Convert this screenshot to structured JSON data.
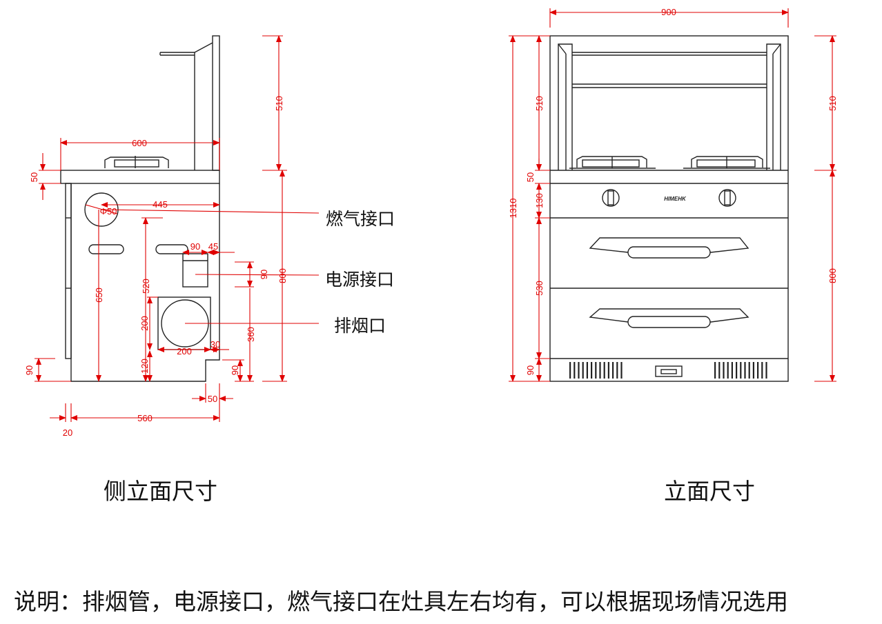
{
  "side_view": {
    "caption": "侧立面尺寸",
    "callouts": {
      "gas": "燃气接口",
      "power": "电源接口",
      "exhaust": "排烟口"
    },
    "dims": {
      "d510": "510",
      "d600": "600",
      "d50": "50",
      "d445": "445",
      "d50b": "Φ50",
      "d90a": "90",
      "d45": "45",
      "d520": "520",
      "d90v": "90",
      "d800": "800",
      "d650": "650",
      "d200v": "200",
      "d360": "360",
      "d30": "30",
      "d200h": "200",
      "d120": "120",
      "d90b": "90",
      "d90c": "90",
      "d50c": "50",
      "d560": "560",
      "d20": "20"
    }
  },
  "front_view": {
    "caption": "立面尺寸",
    "brand": "HIMEHK",
    "dims": {
      "d900": "900",
      "d510l": "510",
      "d50": "50",
      "d130": "130",
      "d1310": "1310",
      "d530": "530",
      "d90": "90",
      "d510r": "510",
      "d800": "800"
    }
  },
  "note": "说明：排烟管，电源接口，燃气接口在灶具左右均有，可以根据现场情况选用"
}
